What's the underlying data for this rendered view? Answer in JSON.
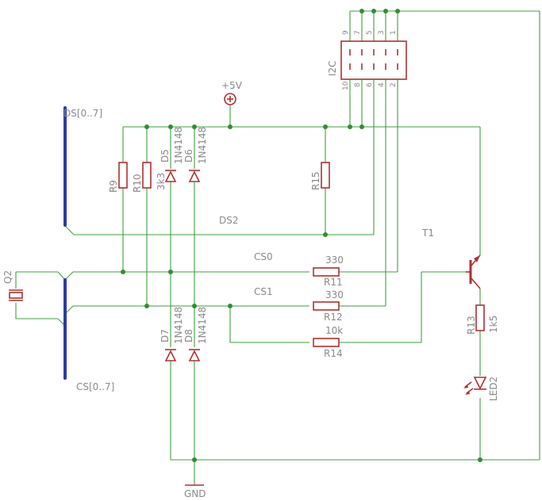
{
  "power": {
    "vcc_label": "+5V",
    "gnd_label": "GND"
  },
  "connector": {
    "name": "I2C",
    "top_pins": [
      "9",
      "7",
      "5",
      "3",
      "1"
    ],
    "bottom_pins": [
      "10",
      "8",
      "6",
      "4",
      "2"
    ]
  },
  "buses": {
    "ds": "DS[0..7]",
    "cs": "CS[0..7]"
  },
  "nets": {
    "ds2": "DS2",
    "cs0": "CS0",
    "cs1": "CS1"
  },
  "resistors": {
    "r9": {
      "name": "R9"
    },
    "r10": {
      "name": "R10",
      "value": "3k3"
    },
    "r15": {
      "name": "R15"
    },
    "r11": {
      "name": "R11",
      "value": "330"
    },
    "r12": {
      "name": "R12",
      "value": "330"
    },
    "r14": {
      "name": "R14",
      "value": "10k"
    },
    "r13": {
      "name": "R13",
      "value": "1k5"
    }
  },
  "diodes": {
    "d5": {
      "name": "D5",
      "value": "1N4148"
    },
    "d6": {
      "name": "D6",
      "value": "1N4148"
    },
    "d7": {
      "name": "D7",
      "value": "1N4148"
    },
    "d8": {
      "name": "D8",
      "value": "1N4148"
    }
  },
  "transistor": {
    "name": "T1"
  },
  "led": {
    "name": "LED2"
  },
  "crystal": {
    "name": "Q2"
  }
}
